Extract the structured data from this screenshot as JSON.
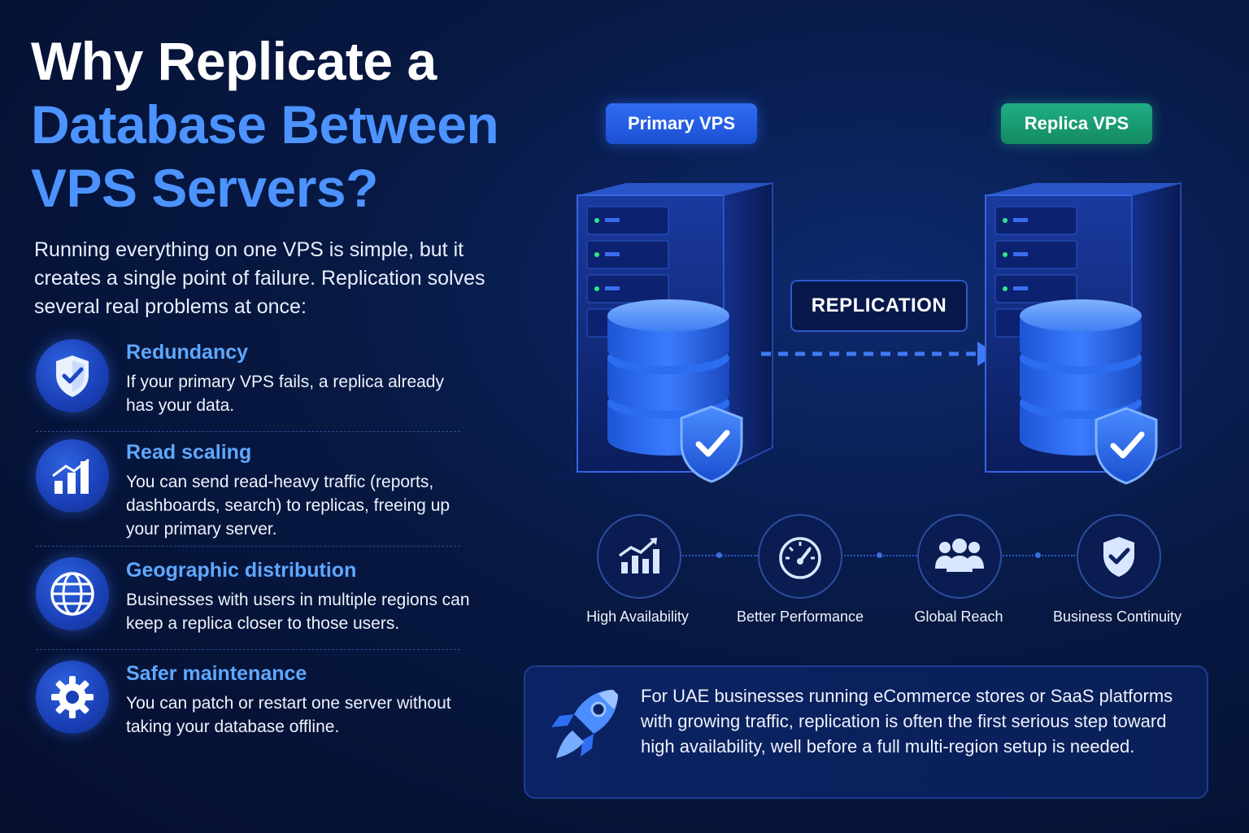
{
  "title": {
    "line1": "Why Replicate a",
    "line2": "Database Between",
    "line3": "VPS Servers?"
  },
  "intro": "Running everything on one VPS is simple, but it creates a single point of failure. Replication solves several real problems at once:",
  "benefits": [
    {
      "icon": "shield-check-icon",
      "title": "Redundancy",
      "text": "If your primary VPS fails, a replica already has your data."
    },
    {
      "icon": "bar-chart-icon",
      "title": "Read scaling",
      "text": "You can send read-heavy traffic (reports, dashboards, search) to replicas, freeing up your primary server."
    },
    {
      "icon": "globe-icon",
      "title": "Geographic distribution",
      "text": "Businesses with users in multiple regions can keep a replica closer to those users."
    },
    {
      "icon": "gear-icon",
      "title": "Safer maintenance",
      "text": "You can patch or restart one server without taking your database offline."
    }
  ],
  "diagram": {
    "primary_label": "Primary VPS",
    "replica_label": "Replica VPS",
    "replication_label": "REPLICATION",
    "primary_color": "#2f6df2",
    "replica_color": "#1fae84"
  },
  "features": [
    {
      "icon": "growth-chart-icon",
      "label": "High Availability"
    },
    {
      "icon": "speedometer-icon",
      "label": "Better Performance"
    },
    {
      "icon": "users-icon",
      "label": "Global Reach"
    },
    {
      "icon": "shield-check-icon",
      "label": "Business Continuity"
    }
  ],
  "callout": {
    "icon": "rocket-icon",
    "text": "For UAE businesses running eCommerce stores or SaaS platforms with growing traffic, replication is often the first serious step toward high availability, well before a full multi-region setup is needed."
  }
}
